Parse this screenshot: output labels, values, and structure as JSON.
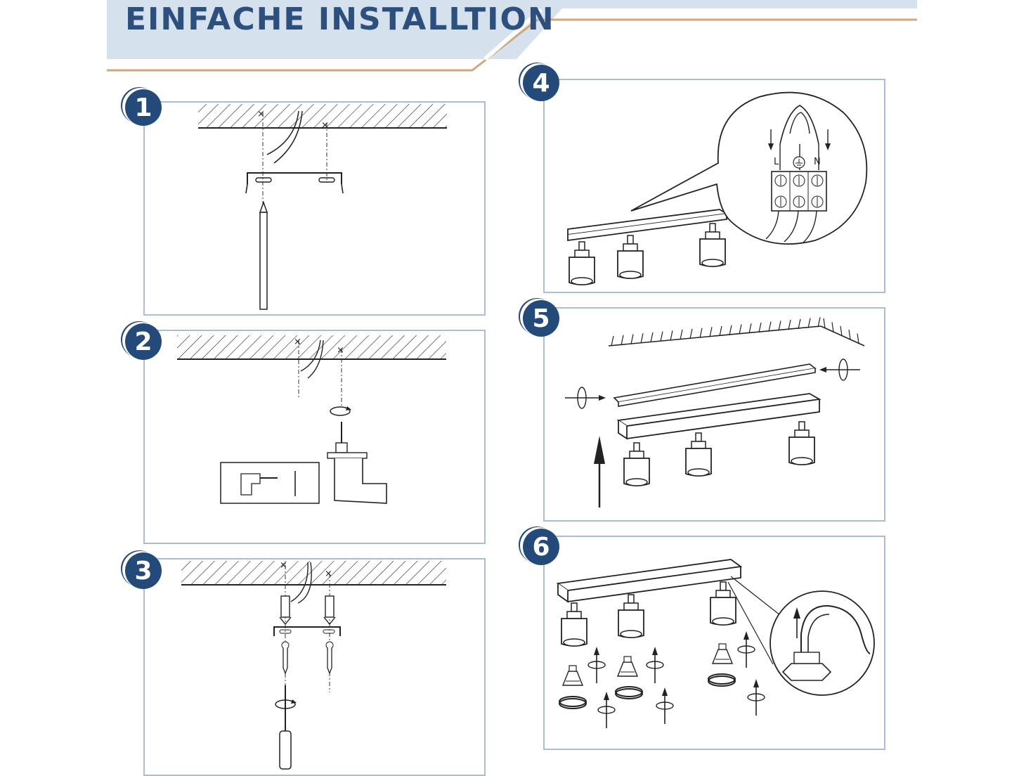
{
  "header": {
    "title": "EINFACHE INSTALLTION"
  },
  "steps": [
    {
      "number": "1"
    },
    {
      "number": "2"
    },
    {
      "number": "3"
    },
    {
      "number": "4"
    },
    {
      "number": "5"
    },
    {
      "number": "6"
    }
  ],
  "wiring": {
    "live": "L",
    "neutral": "N"
  },
  "colors": {
    "title": "#2c4f7d",
    "badge": "#244a7a",
    "panel_border": "#a9bdd6",
    "header_band": "#d5e1ec",
    "accent_line": "#d1a782"
  },
  "icons": [
    "ceiling-hatch-icon",
    "mounting-bracket-icon",
    "pencil-icon",
    "drill-icon",
    "screwdriver-icon",
    "wall-plug-icon",
    "screw-icon",
    "terminal-block-icon",
    "spotlight-icon",
    "gu10-bulb-icon",
    "rotation-arrow-icon"
  ]
}
